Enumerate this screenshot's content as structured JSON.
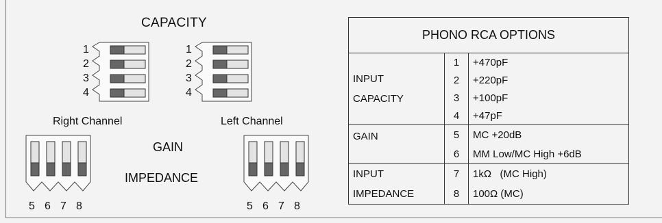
{
  "diagram": {
    "capacity_title": "CAPACITY",
    "capacity_switch_numbers": [
      "1",
      "2",
      "3",
      "4"
    ],
    "right_channel_label": "Right Channel",
    "left_channel_label": "Left Channel",
    "gain_label": "GAIN",
    "impedance_label": "IMPEDANCE",
    "gain_switch_numbers": [
      "5",
      "6",
      "7",
      "8"
    ]
  },
  "options_table": {
    "title": "PHONO RCA OPTIONS",
    "groups": [
      {
        "name_lines": [
          "INPUT",
          "CAPACITY"
        ],
        "rows": [
          {
            "switch": "1",
            "value": "+470pF"
          },
          {
            "switch": "2",
            "value": "+220pF"
          },
          {
            "switch": "3",
            "value": "+100pF"
          },
          {
            "switch": "4",
            "value": "+47pF"
          }
        ]
      },
      {
        "name_lines": [
          "GAIN"
        ],
        "rows": [
          {
            "switch": "5",
            "value": "MC +20dB"
          },
          {
            "switch": "6",
            "value": "MM Low/MC High +6dB"
          }
        ]
      },
      {
        "name_lines": [
          "INPUT",
          "IMPEDANCE"
        ],
        "rows": [
          {
            "switch": "7",
            "value": "1kΩ   (MC High)"
          },
          {
            "switch": "8",
            "value": "100Ω (MC)"
          }
        ]
      }
    ]
  }
}
